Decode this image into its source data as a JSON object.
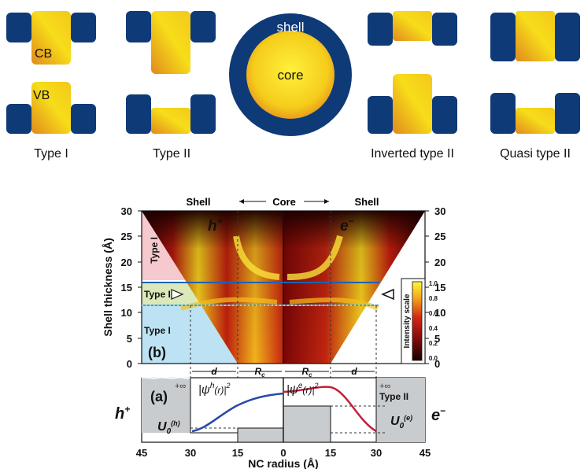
{
  "band_diagrams": {
    "types": [
      {
        "caption": "Type I",
        "cb_label": "CB",
        "vb_label": "VB"
      },
      {
        "caption": "Type II"
      },
      {
        "caption": "Inverted type II"
      },
      {
        "caption": "Quasi type II"
      }
    ],
    "nc_sphere": {
      "shell_label": "shell",
      "core_label": "core"
    }
  },
  "colors": {
    "navy": "#0f3a78",
    "yellow": "#f7e21b",
    "orange": "#d9821a",
    "heat_dark": "#2a0000",
    "heat_red": "#b01515",
    "heat_yellow": "#fff23a",
    "type1_pink": "#f6c9cf",
    "type2_green": "#dbe8b9",
    "type1_blue": "#bde2f4"
  },
  "panel_b": {
    "tag": "(b)",
    "header_shell_left": "Shell",
    "header_core": "Core",
    "header_shell_right": "Shell",
    "left_carrier": "h",
    "left_carrier_sup": "+",
    "right_carrier": "e",
    "right_carrier_sup": "−",
    "ylabel": "Shell thickness (Å)",
    "yticks": [
      "0",
      "5",
      "10",
      "15",
      "20",
      "25",
      "30"
    ],
    "yticks_right": [
      "0",
      "5",
      "10",
      "15",
      "20",
      "25",
      "30"
    ],
    "regions": [
      "Type I",
      "Type II",
      "Type I"
    ],
    "colorbar": {
      "title": "Intensity scale",
      "ticks": [
        "0.0",
        "0.2",
        "0.4",
        "0.6",
        "0.8",
        "1.0"
      ]
    }
  },
  "panel_a": {
    "tag": "(a)",
    "left_carrier": "h",
    "left_carrier_sup": "+",
    "right_carrier": "e",
    "right_carrier_sup": "−",
    "inf_left": "+∞",
    "inf_right": "+∞",
    "type_label": "Type II",
    "psi_h": "|ψ",
    "psi_h_sup": "h",
    "psi_h_rest": "(r)|",
    "psi_h_exp": "2",
    "psi_e": "|ψ",
    "psi_e_sup": "e",
    "psi_e_rest": "(r)|",
    "psi_e_exp": "2",
    "u0_h": "U",
    "u0_h_sub": "0",
    "u0_h_sup": "(h)",
    "u0_e": "U",
    "u0_e_sub": "0",
    "u0_e_sup": "(e)",
    "d_label": "d",
    "rc_label": "R",
    "rc_sub": "c",
    "xlabel": "NC radius (Å)",
    "xticks": [
      "45",
      "30",
      "15",
      "0",
      "15",
      "30",
      "45"
    ]
  }
}
